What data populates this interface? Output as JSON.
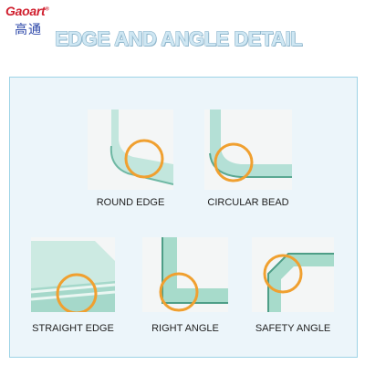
{
  "brand": {
    "name_en": "Gaoart",
    "mark": "®",
    "name_cn": "高通"
  },
  "title": "EDGE AND ANGLE DETAIL",
  "colors": {
    "accent_circle": "#f0a030",
    "glass": "#a8dcd0",
    "panel_border": "#9dd3e6"
  },
  "items": [
    {
      "label": "ROUND EDGE"
    },
    {
      "label": "CIRCULAR BEAD"
    },
    {
      "label": "STRAIGHT EDGE"
    },
    {
      "label": "RIGHT ANGLE"
    },
    {
      "label": "SAFETY ANGLE"
    }
  ]
}
